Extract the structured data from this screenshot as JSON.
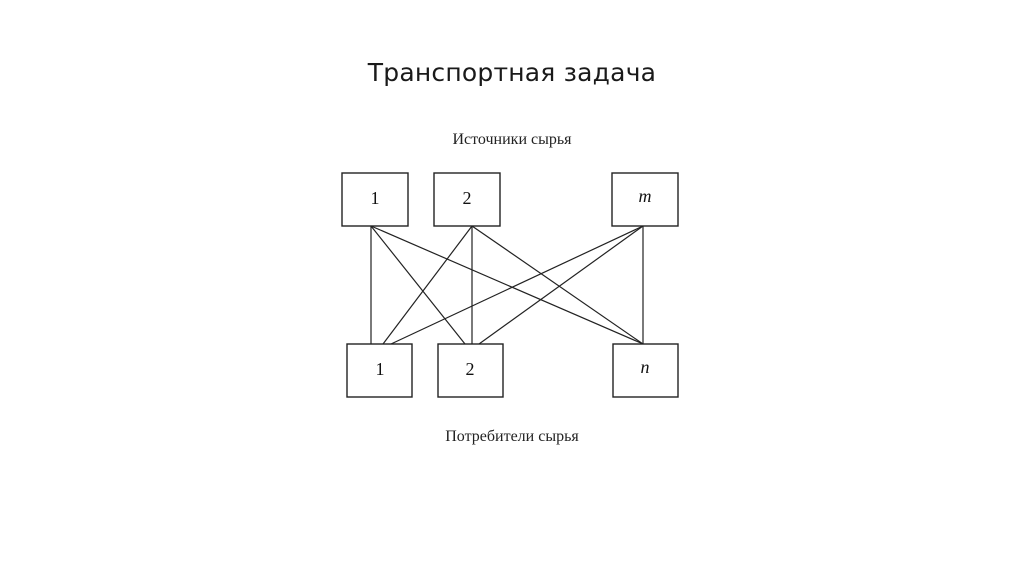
{
  "slide": {
    "title": "Транспортная задача"
  },
  "diagram": {
    "sources_caption": "Источники сырья",
    "consumers_caption": "Потребители сырья",
    "sources": [
      {
        "label": "1",
        "italic": false
      },
      {
        "label": "2",
        "italic": false
      },
      {
        "label": "m",
        "italic": true
      }
    ],
    "consumers": [
      {
        "label": "1",
        "italic": false
      },
      {
        "label": "2",
        "italic": false
      },
      {
        "label": "n",
        "italic": true
      }
    ],
    "edges": [
      {
        "from": "source-1",
        "to": "consumer-1"
      },
      {
        "from": "source-1",
        "to": "consumer-2"
      },
      {
        "from": "source-1",
        "to": "consumer-n"
      },
      {
        "from": "source-2",
        "to": "consumer-1"
      },
      {
        "from": "source-2",
        "to": "consumer-2"
      },
      {
        "from": "source-2",
        "to": "consumer-n"
      },
      {
        "from": "source-m",
        "to": "consumer-1"
      },
      {
        "from": "source-m",
        "to": "consumer-2"
      },
      {
        "from": "source-m",
        "to": "consumer-n"
      }
    ]
  }
}
